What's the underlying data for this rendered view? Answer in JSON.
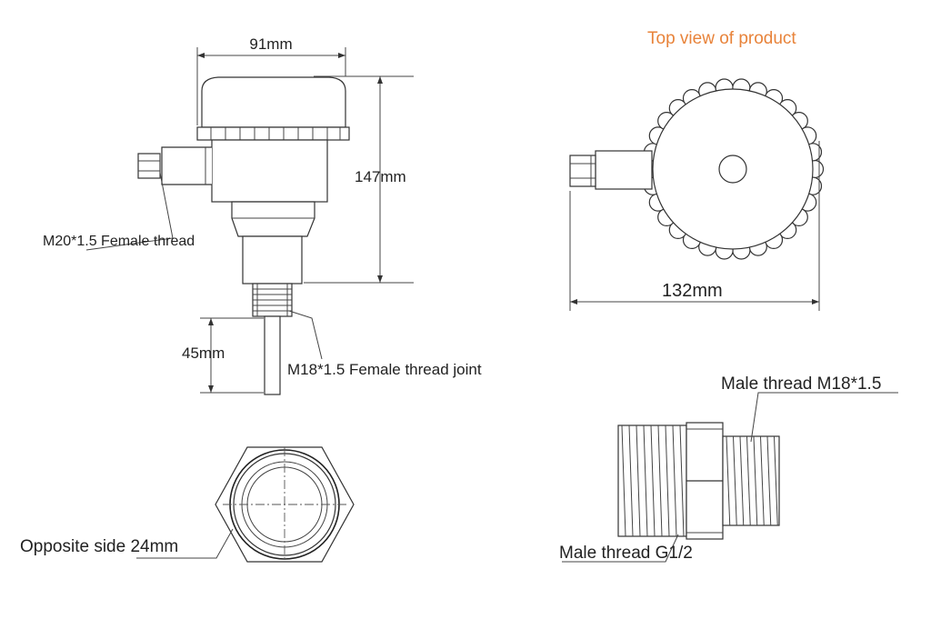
{
  "labels": {
    "top_view_title": "Top view of product",
    "width_dim": "91mm",
    "height_dim": "147mm",
    "probe_dim": "45mm",
    "top_width_dim": "132mm",
    "cable_thread": "M20*1.5  Female thread",
    "probe_joint_thread": "M18*1.5 Female thread joint",
    "hex_opposite_side": "Opposite side 24mm",
    "male_thread_top": "Male thread M18*1.5",
    "male_thread_bottom": "Male thread G1/2"
  },
  "colors": {
    "title_accent": "#e8833a",
    "line": "#333333"
  }
}
